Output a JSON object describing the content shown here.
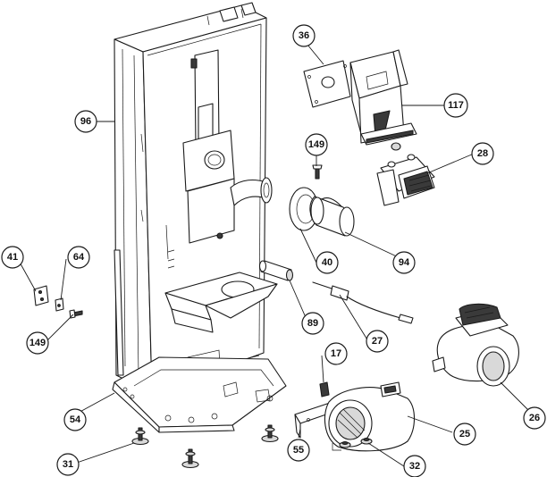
{
  "callouts": [
    {
      "id": "c96",
      "label": "96"
    },
    {
      "id": "c36",
      "label": "36"
    },
    {
      "id": "c117",
      "label": "117"
    },
    {
      "id": "c149a",
      "label": "149"
    },
    {
      "id": "c28",
      "label": "28"
    },
    {
      "id": "c41",
      "label": "41"
    },
    {
      "id": "c64",
      "label": "64"
    },
    {
      "id": "c40",
      "label": "40"
    },
    {
      "id": "c94",
      "label": "94"
    },
    {
      "id": "c149b",
      "label": "149"
    },
    {
      "id": "c89",
      "label": "89"
    },
    {
      "id": "c27",
      "label": "27"
    },
    {
      "id": "c17",
      "label": "17"
    },
    {
      "id": "c54",
      "label": "54"
    },
    {
      "id": "c26",
      "label": "26"
    },
    {
      "id": "c25",
      "label": "25"
    },
    {
      "id": "c31",
      "label": "31"
    },
    {
      "id": "c55",
      "label": "55"
    },
    {
      "id": "c32",
      "label": "32"
    }
  ]
}
